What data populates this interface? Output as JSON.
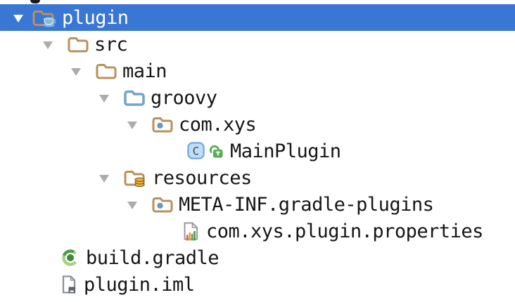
{
  "tree": {
    "rows": [
      {
        "label": "plugin",
        "icon": "gradle-module-folder-icon",
        "level": 0,
        "state": "expanded",
        "selected": true
      },
      {
        "label": "src",
        "icon": "folder-icon",
        "level": 1,
        "state": "expanded",
        "selected": false
      },
      {
        "label": "main",
        "icon": "folder-icon",
        "level": 2,
        "state": "expanded",
        "selected": false
      },
      {
        "label": "groovy",
        "icon": "source-root-folder-icon",
        "level": 3,
        "state": "expanded",
        "selected": false
      },
      {
        "label": "com.xys",
        "icon": "package-folder-icon",
        "level": 4,
        "state": "expanded",
        "selected": false
      },
      {
        "label": "MainPlugin",
        "icon": "class-icon",
        "badge": "lock-open-icon",
        "level": 5,
        "state": "leaf",
        "selected": false
      },
      {
        "label": "resources",
        "icon": "resources-root-folder-icon",
        "level": 3,
        "state": "expanded",
        "selected": false
      },
      {
        "label": "META-INF.gradle-plugins",
        "icon": "package-folder-icon",
        "level": 4,
        "state": "expanded",
        "selected": false
      },
      {
        "label": "com.xys.plugin.properties",
        "icon": "properties-file-icon",
        "level": 5,
        "state": "leaf",
        "selected": false
      },
      {
        "label": "build.gradle",
        "icon": "gradle-file-icon",
        "level": 1,
        "state": "leaf",
        "selected": false
      },
      {
        "label": "plugin.iml",
        "icon": "iml-file-icon",
        "level": 1,
        "state": "leaf",
        "selected": false
      }
    ]
  },
  "colors": {
    "selection_background": "#3A76D4",
    "selection_text": "#FFFFFF",
    "text": "#161616",
    "folder_tan": "#B8915A",
    "source_root_blue": "#74A4C9",
    "package_dot_blue": "#6699C0",
    "arrow_gray": "#A9ADB2",
    "lock_green": "#55AC55",
    "class_badge_fill": "#BFDEF7",
    "class_badge_border": "#70A9DE",
    "gradle_green_light": "#A9CF7D",
    "gradle_green_dark": "#3C8A3C",
    "coin_gold": "#EFAF3E",
    "file_gray": "#97999D",
    "bar_red": "#DD5A4E",
    "bar_orange": "#E8A23C",
    "bar_green": "#3F9C3F"
  }
}
